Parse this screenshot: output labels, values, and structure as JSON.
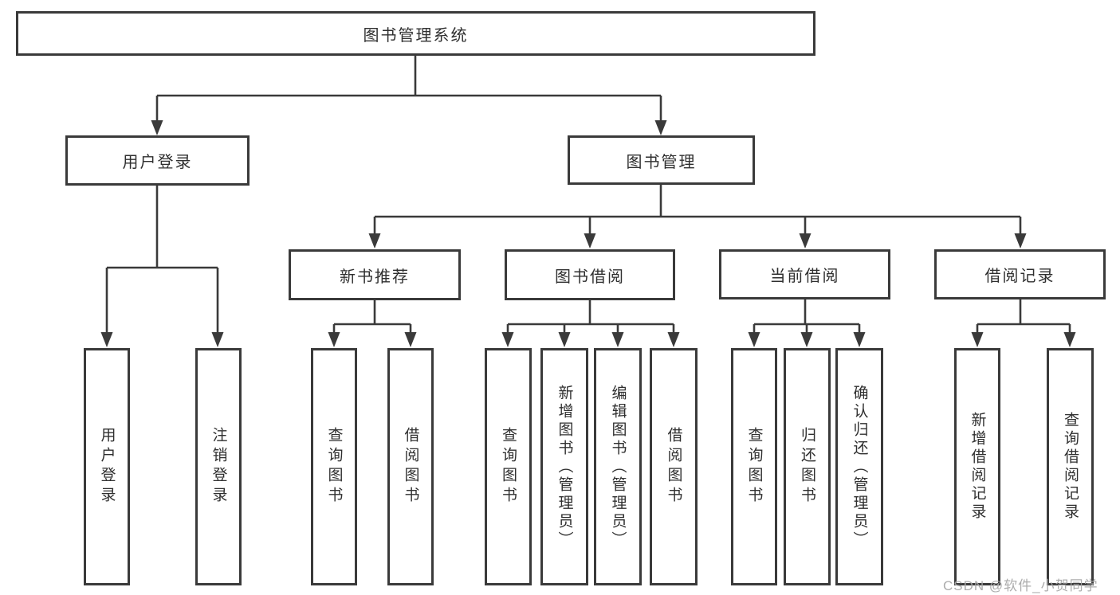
{
  "diagram": {
    "type": "hierarchy-tree",
    "title": "图书管理系统",
    "watermark": "CSDN @软件_小贺同学",
    "colors": {
      "background": "#ffffff",
      "line": "#3a3a3a",
      "box_border": "#3a3a3a",
      "text": "#2f2f2f",
      "watermark": "#a8a8a8"
    }
  },
  "nodes": {
    "root": {
      "label": "图书管理系统"
    },
    "user_login": {
      "label": "用户登录"
    },
    "book_mgmt": {
      "label": "图书管理"
    },
    "new_book_rec": {
      "label": "新书推荐"
    },
    "book_borrow": {
      "label": "图书借阅"
    },
    "current_borrow": {
      "label": "当前借阅"
    },
    "borrow_record": {
      "label": "借阅记录"
    },
    "leaf_user_login": {
      "label": "用户登录"
    },
    "leaf_logout": {
      "label": "注销登录"
    },
    "leaf_nb_query": {
      "label": "查询图书"
    },
    "leaf_nb_borrow": {
      "label": "借阅图书"
    },
    "leaf_bb_query": {
      "label": "查询图书"
    },
    "leaf_bb_add": {
      "label": "新增图书（管理员）"
    },
    "leaf_bb_edit": {
      "label": "编辑图书（管理员）"
    },
    "leaf_bb_borrow": {
      "label": "借阅图书"
    },
    "leaf_cb_query": {
      "label": "查询图书"
    },
    "leaf_cb_return": {
      "label": "归还图书"
    },
    "leaf_cb_confirm": {
      "label": "确认归还（管理员）"
    },
    "leaf_br_add": {
      "label": "新增借阅记录"
    },
    "leaf_br_query": {
      "label": "查询借阅记录"
    }
  },
  "hierarchy": {
    "root": "图书管理系统",
    "children": [
      {
        "label": "用户登录",
        "children": [
          "用户登录",
          "注销登录"
        ]
      },
      {
        "label": "图书管理",
        "children": [
          {
            "label": "新书推荐",
            "children": [
              "查询图书",
              "借阅图书"
            ]
          },
          {
            "label": "图书借阅",
            "children": [
              "查询图书",
              "新增图书（管理员）",
              "编辑图书（管理员）",
              "借阅图书"
            ]
          },
          {
            "label": "当前借阅",
            "children": [
              "查询图书",
              "归还图书",
              "确认归还（管理员）"
            ]
          },
          {
            "label": "借阅记录",
            "children": [
              "新增借阅记录",
              "查询借阅记录"
            ]
          }
        ]
      }
    ]
  }
}
